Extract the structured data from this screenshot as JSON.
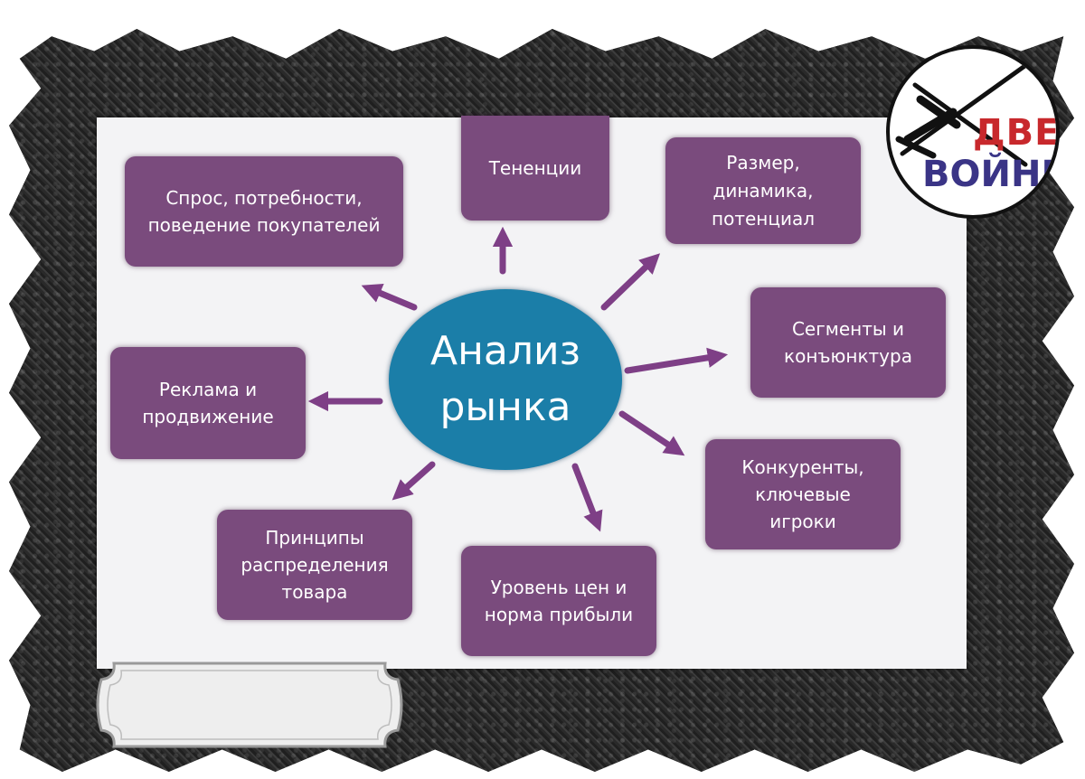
{
  "diagram": {
    "center": "Анализ\nрынка",
    "nodes": {
      "demand": "Спрос, потребности,\nповедение покупателей",
      "trends": "Тененции",
      "size": "Размер,\nдинамика,\nпотенциал",
      "segments": "Сегменты и\nконъюнктура",
      "competitors": "Конкуренты,\nключевые\nигроки",
      "prices": "Уровень цен и\nнорма прибыли",
      "distribution": "Принципы\nраспределения\nтовара",
      "advertising": "Реклама и\nпродвижение"
    }
  },
  "logo": {
    "line1": "ДВЕ",
    "line2": "ВОЙНЫ"
  },
  "colors": {
    "node": "#7a4b7d",
    "center": "#1b7ea8",
    "arrow": "#7e3f86",
    "panel": "#f3f3f5",
    "frame": "#2b2b2b",
    "logo_red": "#c8282c",
    "logo_blue": "#3a3486"
  }
}
